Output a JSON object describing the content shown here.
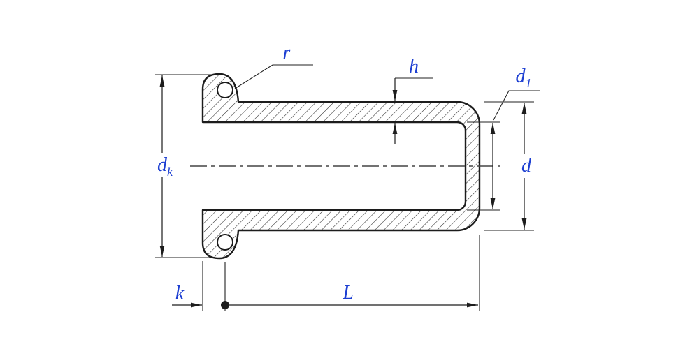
{
  "drawing": {
    "labels": {
      "r": "r",
      "h": "h",
      "d1": {
        "base": "d",
        "sub": "1"
      },
      "d": "d",
      "dk": {
        "base": "d",
        "sub": "k"
      },
      "k": "k",
      "L": "L"
    },
    "colors": {
      "label_blue": "#1d3fd2",
      "line_black": "#1c1c1c",
      "background": "#ffffff"
    }
  }
}
